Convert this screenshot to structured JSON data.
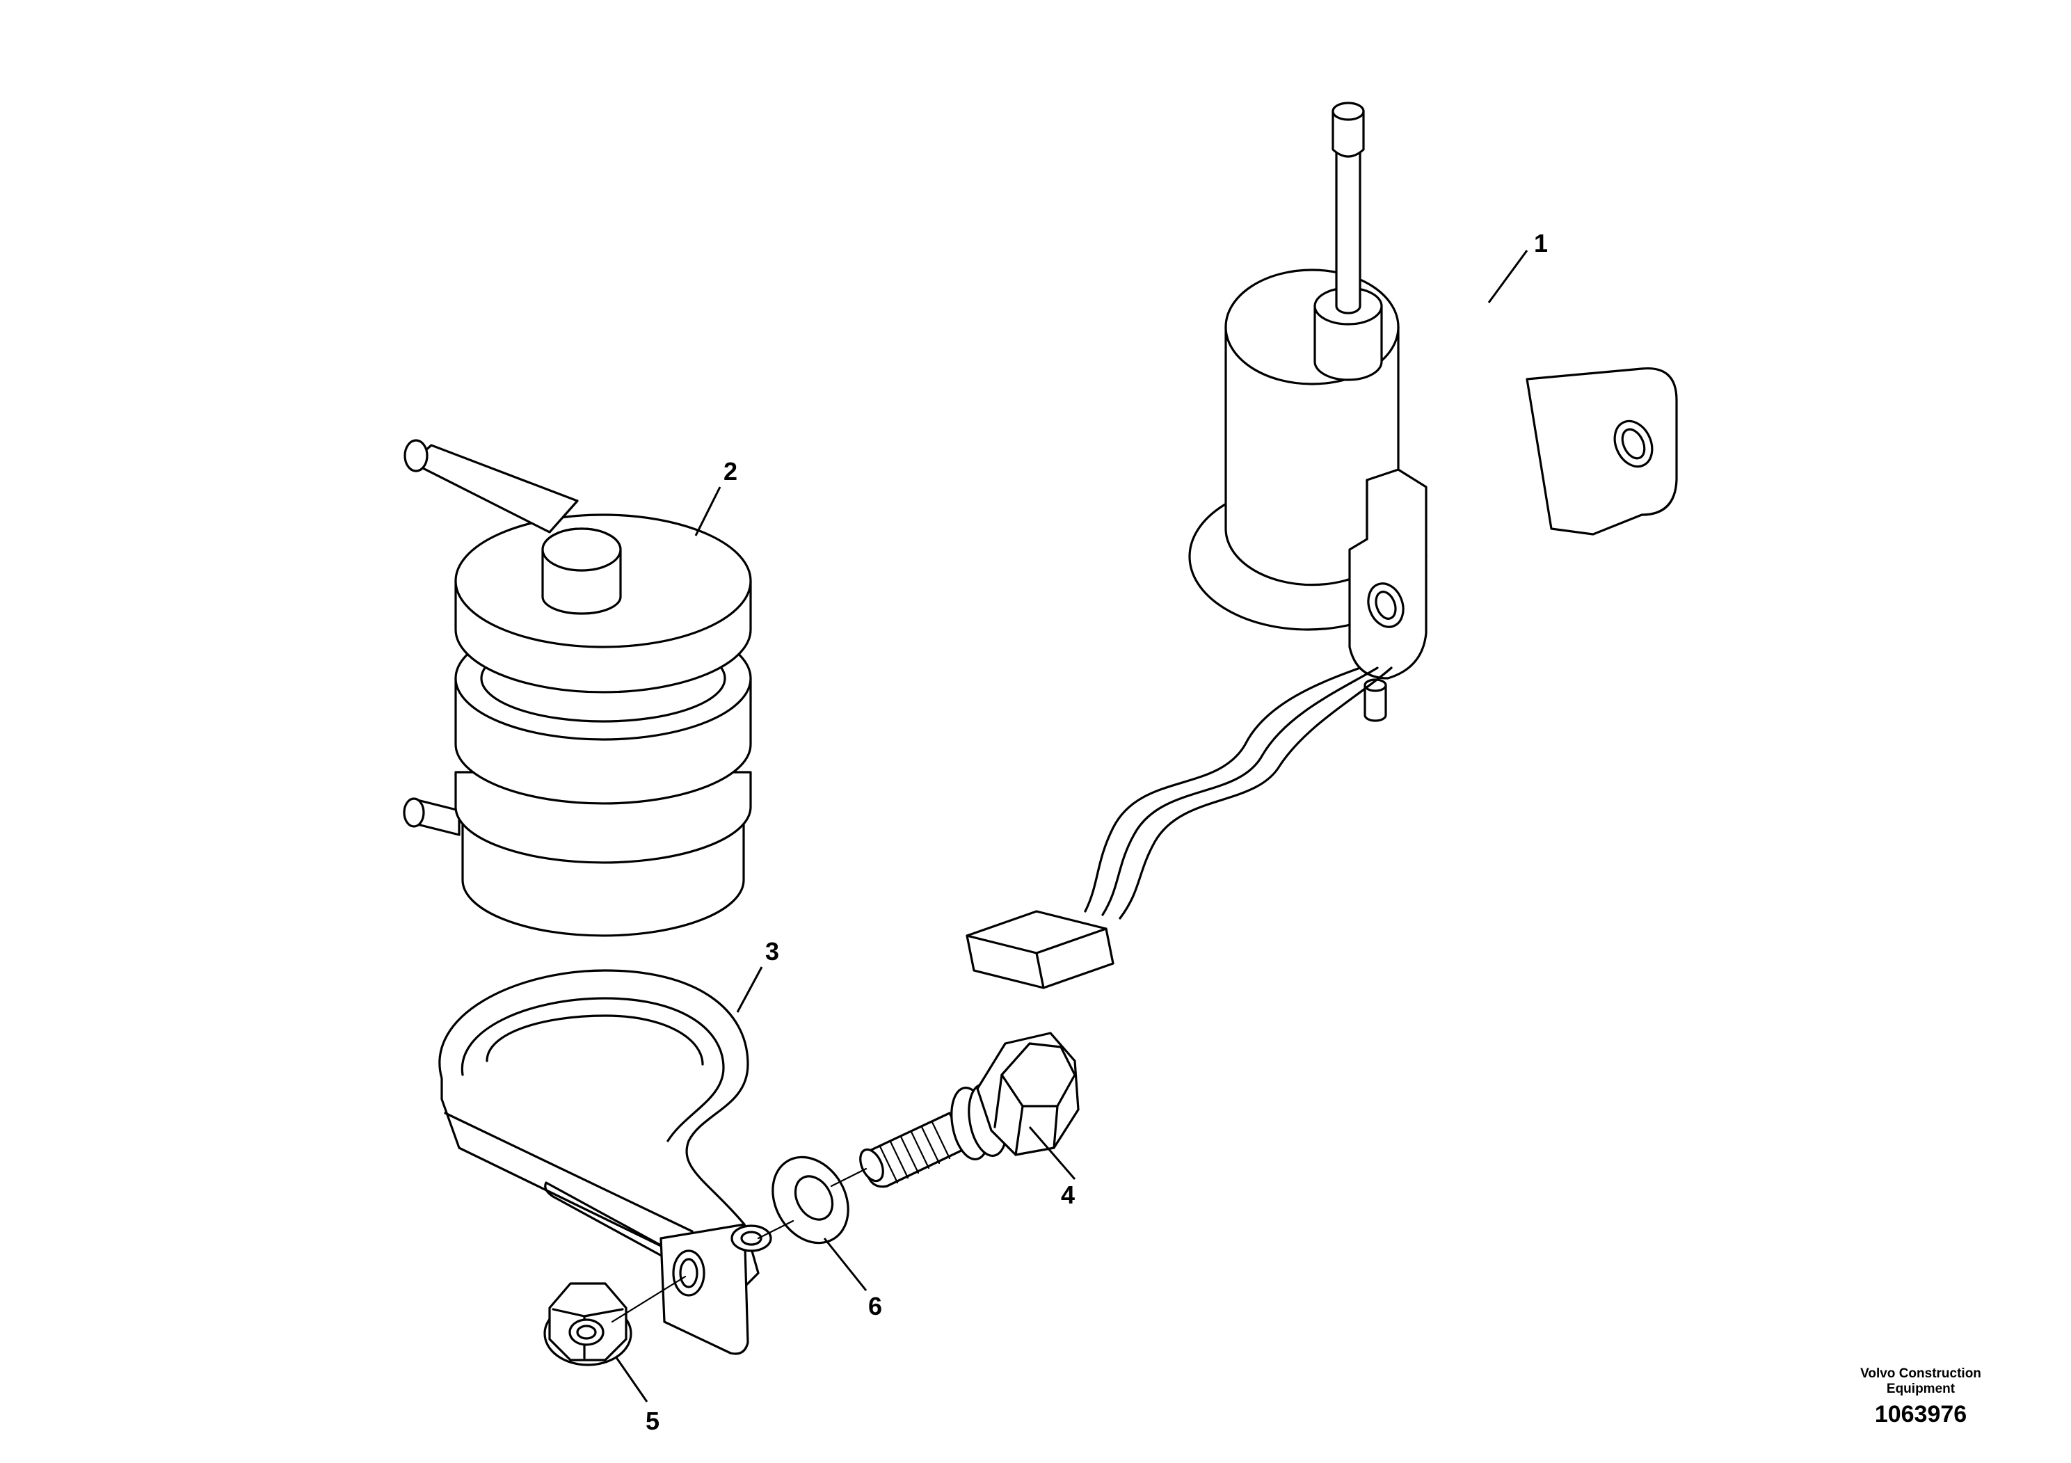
{
  "callouts": [
    {
      "label": "1",
      "part": "fuel-pump"
    },
    {
      "label": "2",
      "part": "fuel-filter"
    },
    {
      "label": "3",
      "part": "clamp"
    },
    {
      "label": "4",
      "part": "bolt"
    },
    {
      "label": "5",
      "part": "nut"
    },
    {
      "label": "6",
      "part": "washer"
    }
  ],
  "footer": {
    "brand_line1": "Volvo Construction",
    "brand_line2": "Equipment",
    "drawing_number": "1063976"
  }
}
